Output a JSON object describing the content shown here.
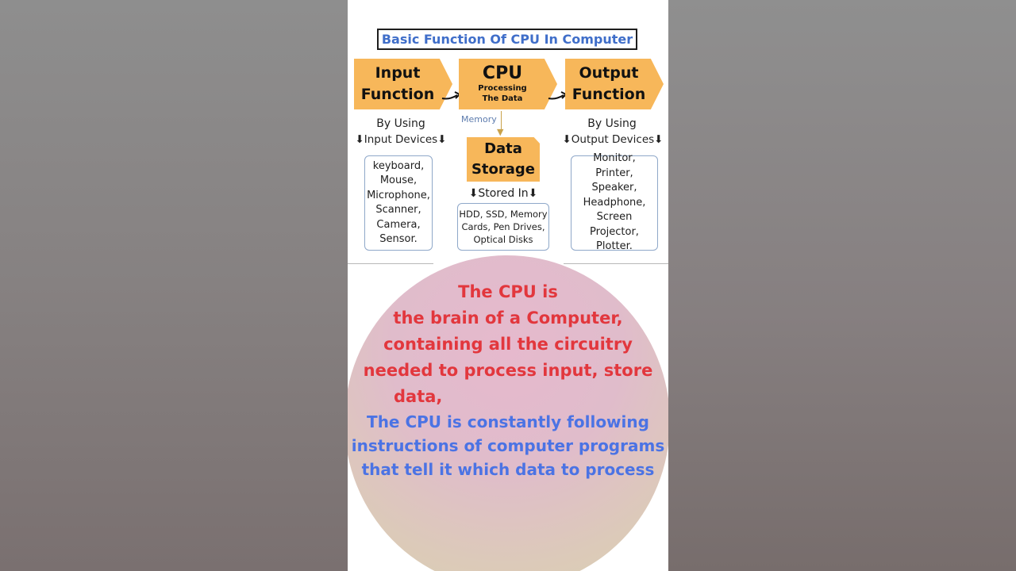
{
  "diagram": {
    "title": "Basic Function Of CPU In Computer",
    "input": {
      "line1": "Input",
      "line2": "Function"
    },
    "cpu": {
      "title": "CPU",
      "sub1": "Processing",
      "sub2": "The Data"
    },
    "output": {
      "line1": "Output",
      "line2": "Function"
    },
    "memory_label": "Memory",
    "storage": {
      "line1": "Data",
      "line2": "Storage"
    },
    "input_by": "By Using",
    "input_devices": "⬇Input Devices⬇",
    "output_by": "By Using",
    "output_devices": "⬇Output Devices⬇",
    "stored_in": "⬇Stored In⬇",
    "input_list": "keyboard,\nMouse,\nMicrophone,\nScanner,\nCamera,\nSensor.",
    "storage_list": "HDD, SSD, Memory\nCards, Pen Drives,\nOptical Disks",
    "output_list": "Monitor,\nPrinter,\nSpeaker,\nHeadphone,\nScreen Projector,\nPlotter."
  },
  "caption": {
    "red_lines": [
      "The CPU is",
      "the brain of a Computer,",
      "containing all the circuitry",
      "needed to process  input, store",
      "data,"
    ],
    "blue_lines": [
      "The CPU  is constantly following",
      "instructions of computer programs",
      "that tell it which data to process"
    ]
  },
  "colors": {
    "accent_orange": "#f7b75a",
    "title_blue": "#3f6ec9",
    "caption_red": "#e2373d",
    "caption_blue": "#4b73e4"
  }
}
